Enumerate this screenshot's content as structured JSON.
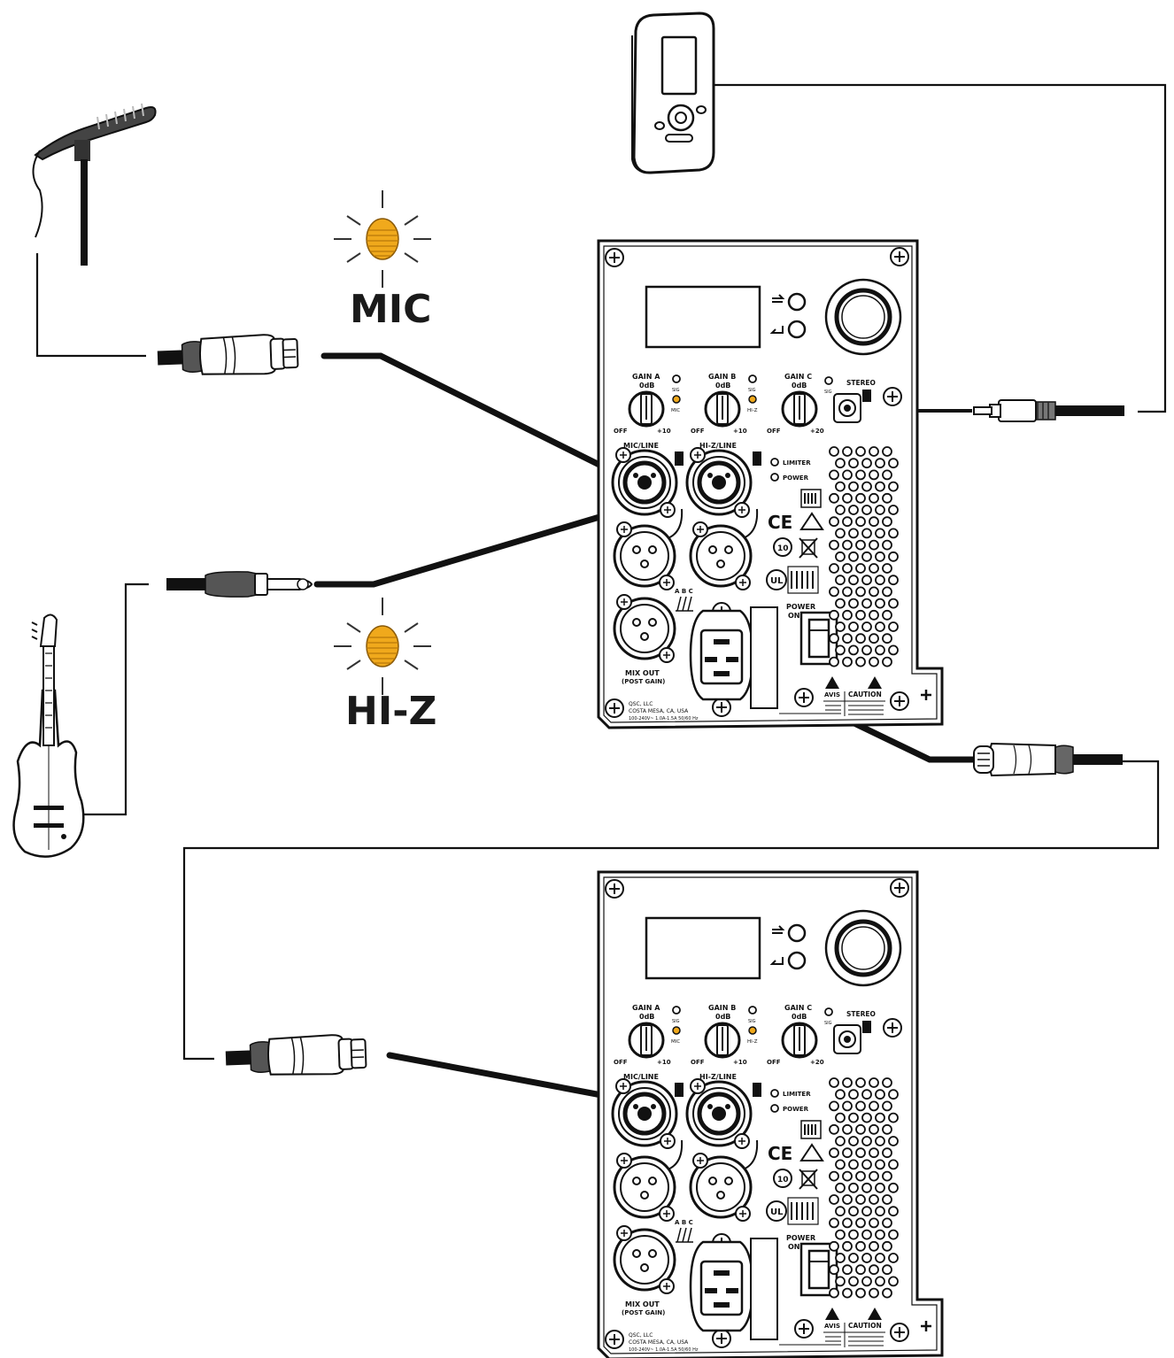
{
  "indicators": {
    "mic_label": "MIC",
    "hiz_label": "HI-Z"
  },
  "panel": {
    "gain_a": "GAIN A",
    "gain_b": "GAIN B",
    "gain_c": "GAIN C",
    "zero_db": "0dB",
    "off": "OFF",
    "plus10": "+10",
    "plus20": "+20",
    "sig": "SIG",
    "mic": "MIC",
    "hiz": "HI-Z",
    "stereo": "STEREO",
    "mic_line": "MIC/LINE",
    "hiz_line": "HI-Z/LINE",
    "limiter": "LIMITER",
    "power": "POWER",
    "abc": "A B C",
    "mix_out_1": "MIX OUT",
    "mix_out_2": "(POST GAIN)",
    "power_on_1": "POWER",
    "power_on_2": "ON",
    "ce": "CE",
    "avis": "AVIS",
    "caution": "CAUTION",
    "maker_1": "QSC, LLC",
    "maker_2": "COSTA MESA, CA, USA",
    "maker_3": "100-240V~ 1.0A-1.5A 50/60 Hz"
  },
  "colors": {
    "led_amber": "#f0a91c",
    "led_amber_dark": "#b8770a",
    "line": "#111111",
    "panel_bg": "#ffffff"
  },
  "icons": [
    "microphone-icon",
    "media-player-icon",
    "electric-guitar-icon",
    "xlr-connector-icon",
    "trs-jack-icon",
    "minijack-icon"
  ]
}
